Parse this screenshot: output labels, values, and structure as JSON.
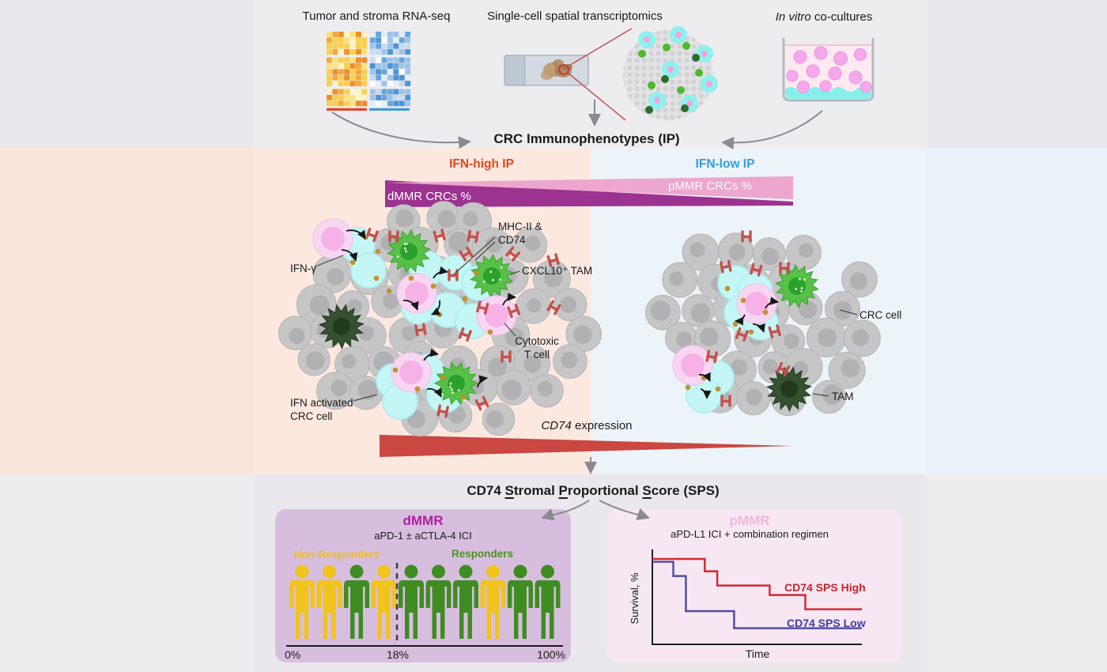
{
  "figure": {
    "top": {
      "rnaseq_title": "Tumor and stroma RNA-seq",
      "spatial_title": "Single-cell spatial transcriptomics",
      "coculture_title_italic": "In vitro",
      "coculture_title_rest": " co-cultures",
      "converge_title": "CRC Immunophenotypes (IP)"
    },
    "phenotypes": {
      "ifn_high_label": "IFN-high IP",
      "ifn_low_label": "IFN-low IP",
      "dmmr_wedge_label": "dMMR CRCs %",
      "pmmr_wedge_label": "pMMR CRCs %",
      "cd74_italic": "CD74",
      "cd74_rest": " expression"
    },
    "annotations": {
      "ifn_gamma": "IFN-γ",
      "mhc_line1": "MHC-II &",
      "mhc_line2": "CD74",
      "cxcl10_tam": "CXCL10⁺ TAM",
      "cytotoxic_line1": "Cytotoxic",
      "cytotoxic_line2": "T cell",
      "ifn_activated_line1": "IFN activated",
      "ifn_activated_line2": "CRC cell",
      "crc_cell": "CRC cell",
      "tam": "TAM"
    },
    "sps": {
      "title_segments": [
        {
          "t": "CD74 "
        },
        {
          "t": "S",
          "u": true
        },
        {
          "t": "tromal "
        },
        {
          "t": "P",
          "u": true
        },
        {
          "t": "roportional "
        },
        {
          "t": "S",
          "u": true
        },
        {
          "t": "core (SPS)"
        }
      ]
    },
    "dmmr_panel": {
      "title": "dMMR",
      "subtitle": "aPD-1 ± aCTLA-4 ICI",
      "nonresponders_label": "Non-Responders",
      "responders_label": "Responders",
      "axis_labels": [
        "0%",
        "18%",
        "100%"
      ]
    },
    "pmmr_panel": {
      "title": "pMMR",
      "subtitle": "aPD-L1 ICI + combination regimen",
      "ylabel": "Survival, %",
      "xlabel": "Time",
      "high_label": "CD74 SPS High",
      "low_label": "CD74 SPS Low"
    }
  },
  "palette": {
    "peach_bg": "#fce5da",
    "blue_bg": "#e9f1f9",
    "gray_band": "#e9e9ed",
    "gray_band_inner": "#ededf0",
    "bottom_band": "#edecef",
    "bottom_band_inner": "#eae8ed",
    "ifn_high": "#e2491d",
    "ifn_low": "#2f9fe1",
    "dmmr_wedge": "#9c3390",
    "pmmr_wedge": "#eda6cd",
    "cd74_wedge": "#cb4742",
    "dmmr_box": "#d8bede",
    "pmmr_box": "#f7e7f3",
    "dmmr_title": "#aa22a0",
    "pmmr_title": "#f2b7d8",
    "responder_green": "#3f8c23",
    "nonresponder_yellow": "#f1c31d",
    "km_high_red": "#cf2b33",
    "km_low_blue": "#5150a4",
    "arrow_gray": "#8a8a90"
  },
  "chart_data": [
    {
      "type": "line",
      "subtype": "kaplan-meier-step",
      "title": "pMMR: aPD-L1 ICI + combination regimen",
      "xlabel": "Time",
      "ylabel": "Survival, %",
      "ylim": [
        0,
        100
      ],
      "grid": false,
      "legend_position": "labels-right-of-curves",
      "series": [
        {
          "name": "CD74 SPS High",
          "color": "#cf2b33",
          "x": [
            0,
            0.25,
            0.25,
            0.31,
            0.31,
            0.56,
            0.56,
            0.73,
            0.73,
            1.0
          ],
          "y": [
            90,
            90,
            77,
            77,
            62,
            62,
            52,
            52,
            37,
            37
          ]
        },
        {
          "name": "CD74 SPS Low",
          "color": "#5150a4",
          "x": [
            0,
            0.1,
            0.1,
            0.16,
            0.16,
            0.39,
            0.39,
            1.0
          ],
          "y": [
            87,
            87,
            72,
            72,
            35,
            35,
            17,
            17
          ]
        }
      ]
    },
    {
      "type": "pictograph",
      "title": "dMMR: aPD-1 ± aCTLA-4 ICI response",
      "categories": [
        "Non-Responders",
        "Responders"
      ],
      "axis_ticks": [
        "0%",
        "18%",
        "100%"
      ],
      "threshold_label": "18%",
      "people": [
        "nonresponder",
        "nonresponder",
        "responder",
        "nonresponder",
        "responder",
        "responder",
        "responder",
        "nonresponder",
        "responder",
        "responder"
      ],
      "divider_after_index": 3
    }
  ]
}
